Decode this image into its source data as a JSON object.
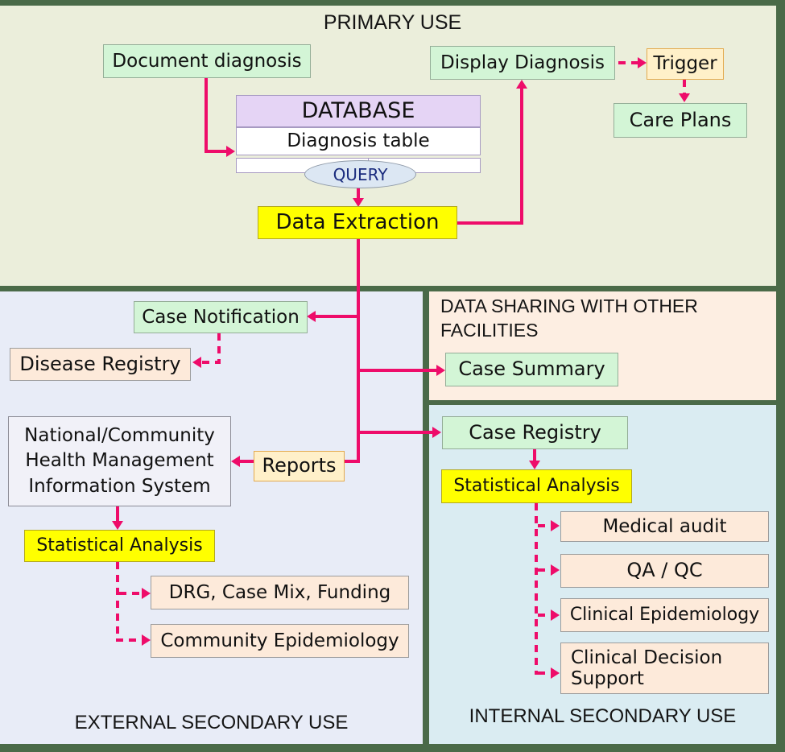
{
  "sections": {
    "primary": {
      "title": "PRIMARY USE"
    },
    "data_sharing": {
      "title": "DATA SHARING WITH OTHER FACILITIES"
    },
    "external": {
      "title": "EXTERNAL SECONDARY USE"
    },
    "internal": {
      "title": "INTERNAL SECONDARY USE"
    }
  },
  "nodes": {
    "document_diagnosis": "Document diagnosis",
    "display_diagnosis": "Display Diagnosis",
    "trigger": "Trigger",
    "care_plans": "Care Plans",
    "database_title": "DATABASE",
    "diagnosis_table": "Diagnosis table",
    "query": "QUERY",
    "data_extraction": "Data Extraction",
    "case_notification": "Case Notification",
    "disease_registry": "Disease Registry",
    "nchmis": "National/Community Health Management Information System",
    "reports": "Reports",
    "statistical_analysis_left": "Statistical Analysis",
    "drg_case_mix_funding": "DRG, Case Mix, Funding",
    "community_epidemiology": "Community Epidemiology",
    "case_summary": "Case Summary",
    "case_registry": "Case Registry",
    "statistical_analysis_right": "Statistical Analysis",
    "medical_audit": "Medical audit",
    "qa_qc": "QA / QC",
    "clinical_epidemiology": "Clinical Epidemiology",
    "clinical_decision_support": "Clinical Decision Support"
  },
  "colors": {
    "accent_pink": "#ee0c6a",
    "border_green": "#4a6a48",
    "bg_primary": "#ebeedb",
    "bg_external": "#e8ecf7",
    "bg_sharing": "#fdeee2",
    "bg_internal": "#daecf2",
    "node_green": "#d3f5d6",
    "node_yellow": "#ffff00",
    "node_orange": "#fff0c9",
    "node_peach": "#fdeada",
    "node_purple": "#e5d4f5"
  }
}
